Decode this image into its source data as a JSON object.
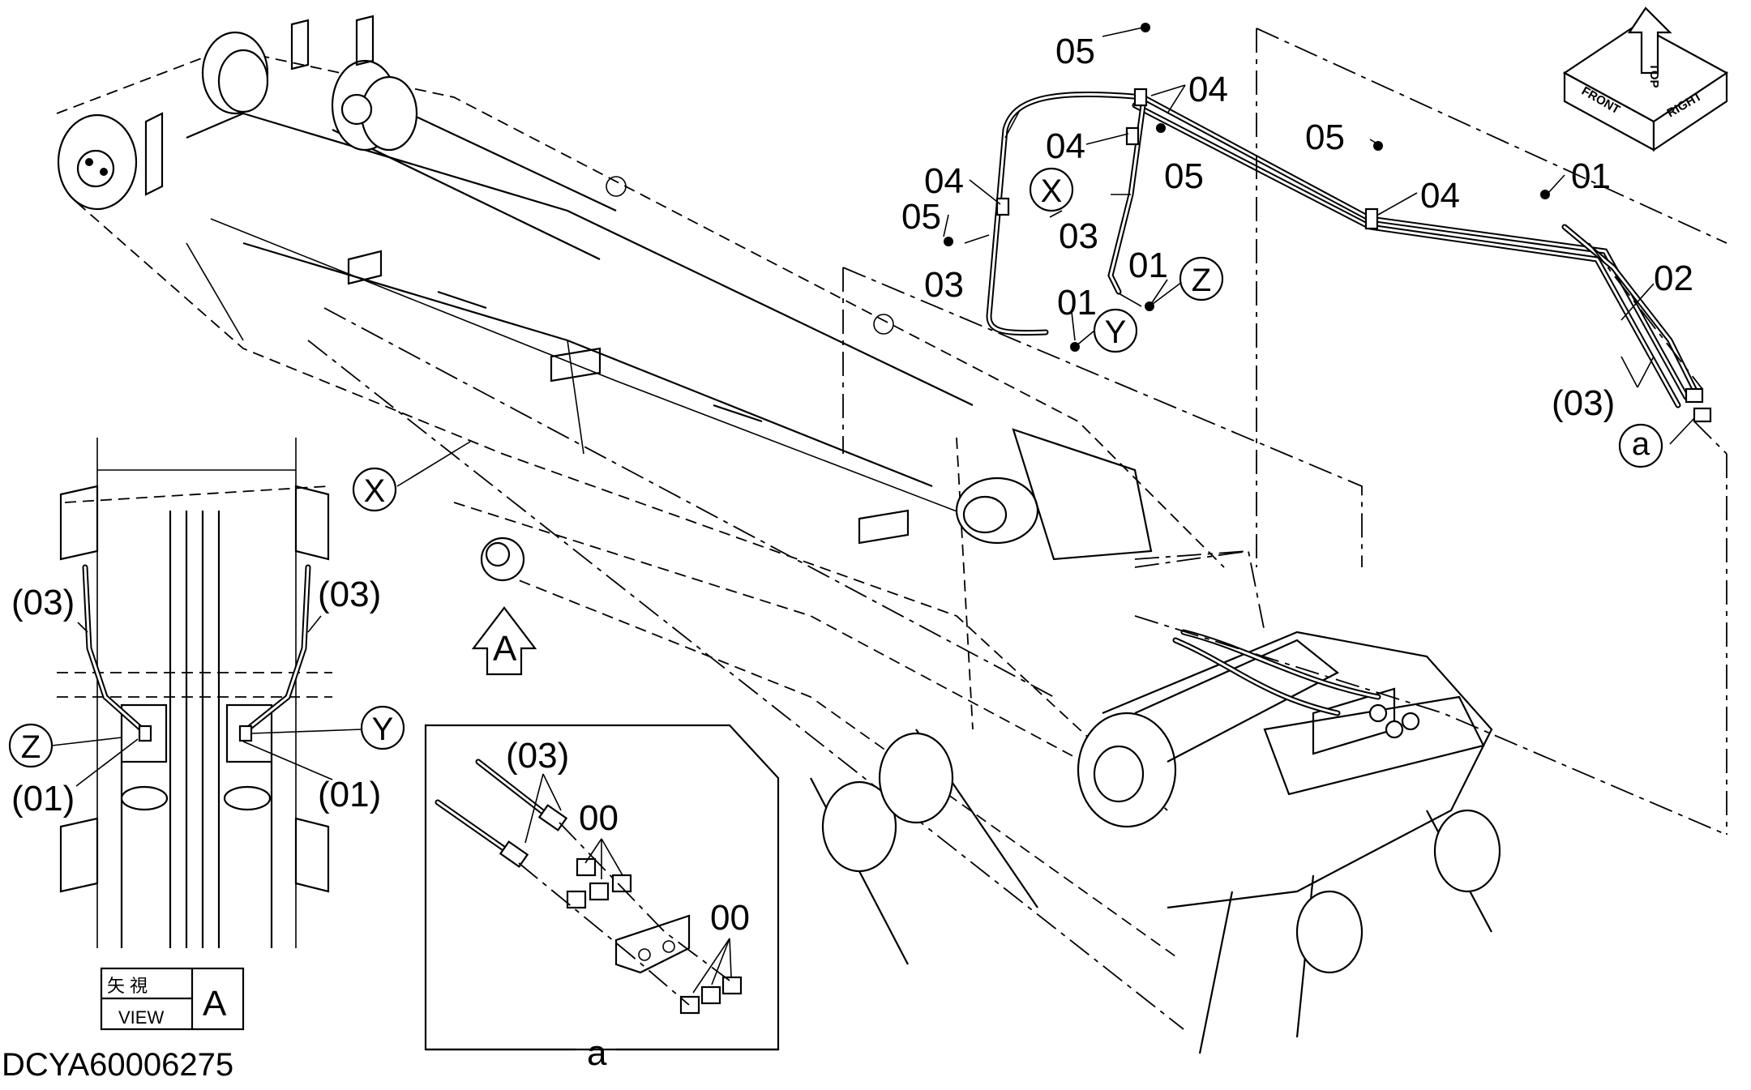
{
  "drawing_id": "DCYA60006275",
  "view_box": {
    "kanji": "矢 視",
    "view_label": "VIEW",
    "letter": "A"
  },
  "view_arrow_letter": "A",
  "detail_letter": "a",
  "circled_refs": {
    "x": "X",
    "y": "Y",
    "z": "Z",
    "a": "a"
  },
  "orientation_cube": {
    "top": "TOP",
    "front": "FRONT",
    "right": "RIGHT"
  },
  "part_labels": {
    "p00": "00",
    "p01": "01",
    "p02": "02",
    "p03": "03",
    "p04": "04",
    "p05": "05",
    "p01_paren": "(01)",
    "p03_paren": "(03)"
  }
}
